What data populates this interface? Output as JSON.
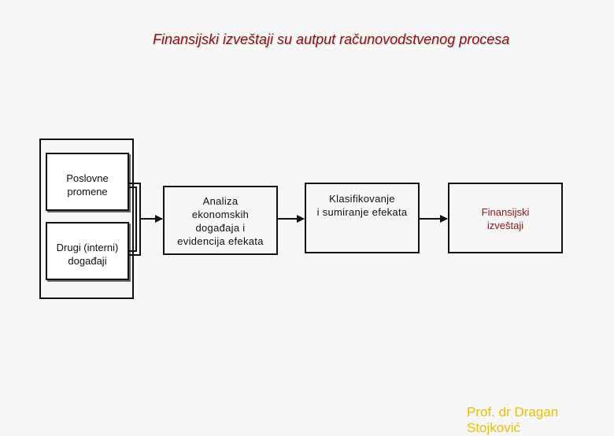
{
  "diagram": {
    "title": "Finansijski izveštaji su autput računovodstvenog procesa",
    "inputs": [
      {
        "lines": [
          "Poslovne",
          "promene"
        ]
      },
      {
        "lines": [
          "Drugi (interni)",
          "događaji"
        ]
      }
    ],
    "steps": [
      {
        "lines": [
          "Analiza",
          "ekonomskih",
          "događaja i",
          "evidencija efekata"
        ]
      },
      {
        "lines": [
          "Klasifikovanje",
          "i sumiranje efekata"
        ]
      },
      {
        "lines": [
          "Finansijski",
          "izveštaji"
        ]
      }
    ],
    "author_lines": [
      "Prof. dr Dragan",
      "Stojković"
    ],
    "colors": {
      "title": "#8b1515",
      "output": "#8b1515",
      "author": "#e8c000",
      "line": "#111111"
    }
  }
}
